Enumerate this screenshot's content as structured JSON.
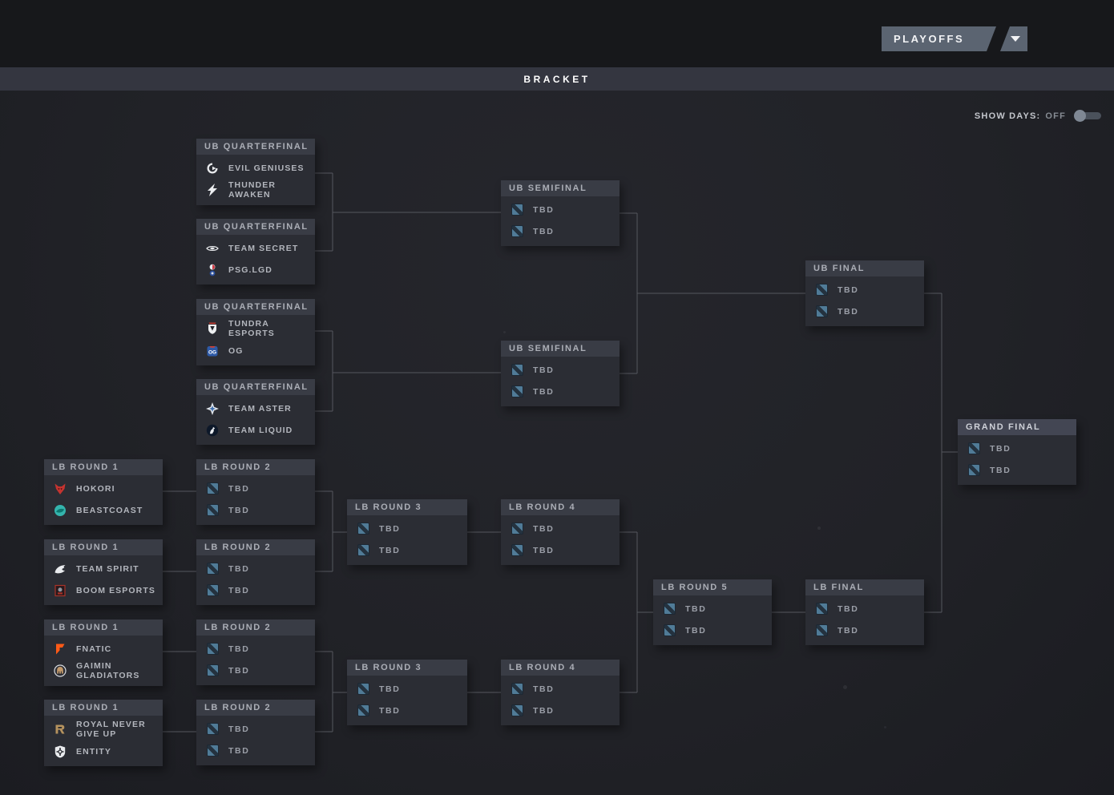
{
  "topbar": {
    "playoffs_button": "PLAYOFFS"
  },
  "tabs": {
    "bracket": "BRACKET"
  },
  "controls": {
    "show_days_label": "SHOW DAYS:",
    "show_days_value": "OFF"
  },
  "colors": {
    "accent_steel": "#5b6471",
    "box_body": "#2b2d34",
    "box_header": "#393c45",
    "dota_icon_blue": "#507b97",
    "connector": "#55575e"
  },
  "matches": [
    {
      "title": "UB QUARTERFINAL",
      "slots": [
        {
          "name": "EVIL GENIUSES",
          "icon": "evil-geniuses-icon"
        },
        {
          "name": "THUNDER AWAKEN",
          "icon": "thunder-awaken-icon"
        }
      ]
    },
    {
      "title": "UB QUARTERFINAL",
      "slots": [
        {
          "name": "TEAM SECRET",
          "icon": "team-secret-icon"
        },
        {
          "name": "PSG.LGD",
          "icon": "psg-lgd-icon"
        }
      ]
    },
    {
      "title": "UB QUARTERFINAL",
      "slots": [
        {
          "name": "TUNDRA ESPORTS",
          "icon": "tundra-esports-icon"
        },
        {
          "name": "OG",
          "icon": "og-icon"
        }
      ]
    },
    {
      "title": "UB QUARTERFINAL",
      "slots": [
        {
          "name": "TEAM ASTER",
          "icon": "team-aster-icon"
        },
        {
          "name": "TEAM LIQUID",
          "icon": "team-liquid-icon"
        }
      ]
    },
    {
      "title": "UB SEMIFINAL",
      "slots": [
        {
          "name": "TBD",
          "icon": "dota-icon"
        },
        {
          "name": "TBD",
          "icon": "dota-icon"
        }
      ]
    },
    {
      "title": "UB SEMIFINAL",
      "slots": [
        {
          "name": "TBD",
          "icon": "dota-icon"
        },
        {
          "name": "TBD",
          "icon": "dota-icon"
        }
      ]
    },
    {
      "title": "UB FINAL",
      "slots": [
        {
          "name": "TBD",
          "icon": "dota-icon"
        },
        {
          "name": "TBD",
          "icon": "dota-icon"
        }
      ]
    },
    {
      "title": "GRAND FINAL",
      "slots": [
        {
          "name": "TBD",
          "icon": "dota-icon"
        },
        {
          "name": "TBD",
          "icon": "dota-icon"
        }
      ]
    },
    {
      "title": "LB ROUND 1",
      "slots": [
        {
          "name": "HOKORI",
          "icon": "hokori-icon"
        },
        {
          "name": "BEASTCOAST",
          "icon": "beastcoast-icon"
        }
      ]
    },
    {
      "title": "LB ROUND 1",
      "slots": [
        {
          "name": "TEAM SPIRIT",
          "icon": "team-spirit-icon"
        },
        {
          "name": "BOOM ESPORTS",
          "icon": "boom-esports-icon"
        }
      ]
    },
    {
      "title": "LB ROUND 1",
      "slots": [
        {
          "name": "FNATIC",
          "icon": "fnatic-icon"
        },
        {
          "name": "GAIMIN GLADIATORS",
          "icon": "gaimin-gladiators-icon"
        }
      ]
    },
    {
      "title": "LB ROUND 1",
      "slots": [
        {
          "name": "ROYAL NEVER GIVE UP",
          "icon": "royal-never-give-up-icon"
        },
        {
          "name": "ENTITY",
          "icon": "entity-icon"
        }
      ]
    },
    {
      "title": "LB ROUND 2",
      "slots": [
        {
          "name": "TBD",
          "icon": "dota-icon"
        },
        {
          "name": "TBD",
          "icon": "dota-icon"
        }
      ]
    },
    {
      "title": "LB ROUND 2",
      "slots": [
        {
          "name": "TBD",
          "icon": "dota-icon"
        },
        {
          "name": "TBD",
          "icon": "dota-icon"
        }
      ]
    },
    {
      "title": "LB ROUND 2",
      "slots": [
        {
          "name": "TBD",
          "icon": "dota-icon"
        },
        {
          "name": "TBD",
          "icon": "dota-icon"
        }
      ]
    },
    {
      "title": "LB ROUND 2",
      "slots": [
        {
          "name": "TBD",
          "icon": "dota-icon"
        },
        {
          "name": "TBD",
          "icon": "dota-icon"
        }
      ]
    },
    {
      "title": "LB ROUND 3",
      "slots": [
        {
          "name": "TBD",
          "icon": "dota-icon"
        },
        {
          "name": "TBD",
          "icon": "dota-icon"
        }
      ]
    },
    {
      "title": "LB ROUND 3",
      "slots": [
        {
          "name": "TBD",
          "icon": "dota-icon"
        },
        {
          "name": "TBD",
          "icon": "dota-icon"
        }
      ]
    },
    {
      "title": "LB ROUND 4",
      "slots": [
        {
          "name": "TBD",
          "icon": "dota-icon"
        },
        {
          "name": "TBD",
          "icon": "dota-icon"
        }
      ]
    },
    {
      "title": "LB ROUND 4",
      "slots": [
        {
          "name": "TBD",
          "icon": "dota-icon"
        },
        {
          "name": "TBD",
          "icon": "dota-icon"
        }
      ]
    },
    {
      "title": "LB ROUND 5",
      "slots": [
        {
          "name": "TBD",
          "icon": "dota-icon"
        },
        {
          "name": "TBD",
          "icon": "dota-icon"
        }
      ]
    },
    {
      "title": "LB FINAL",
      "slots": [
        {
          "name": "TBD",
          "icon": "dota-icon"
        },
        {
          "name": "TBD",
          "icon": "dota-icon"
        }
      ]
    }
  ]
}
